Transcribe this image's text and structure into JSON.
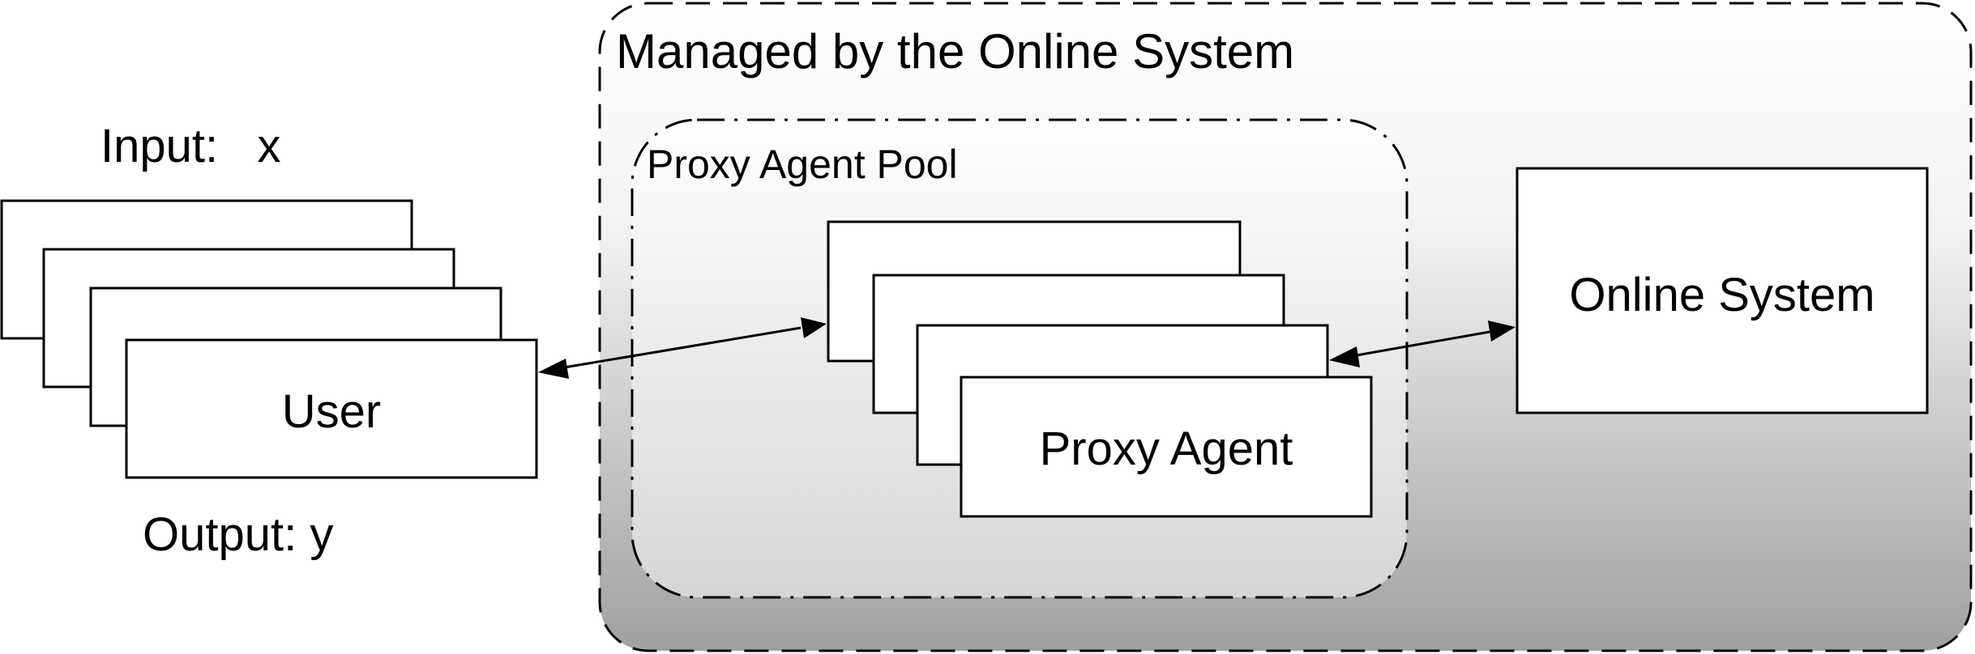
{
  "managed_region": {
    "label": "Managed by the Online System"
  },
  "proxy_pool": {
    "label": "Proxy Agent Pool"
  },
  "user_stack": {
    "input_label": "Input:   x",
    "output_label": "Output: y",
    "front_label": "User"
  },
  "proxy_stack": {
    "front_label": "Proxy Agent"
  },
  "online_system": {
    "label": "Online System"
  },
  "colors": {
    "managed_gradient_top": "#ffffff",
    "managed_gradient_bottom": "#a0a0a0",
    "pool_gradient_top": "#ffffff",
    "pool_gradient_bottom": "#d6d6d6",
    "stroke": "#000000"
  }
}
